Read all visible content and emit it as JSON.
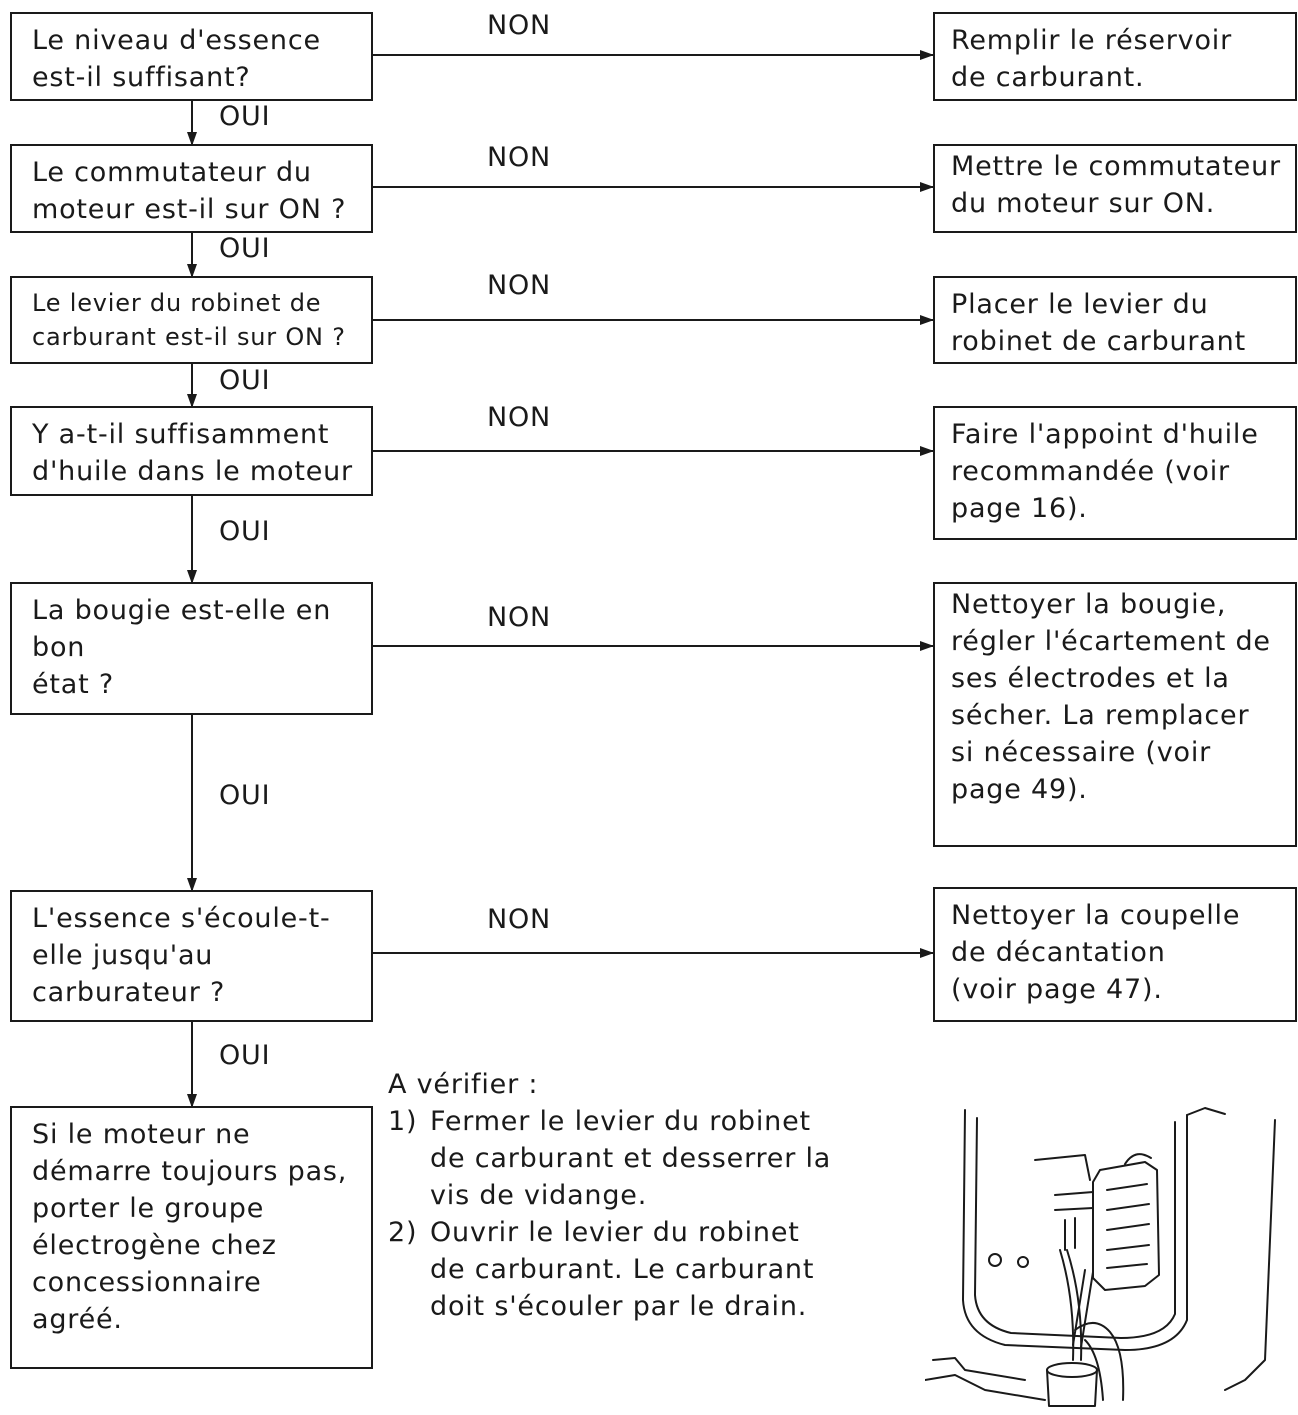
{
  "steps": [
    {
      "question": "Le niveau d'essence\nest-il suffisant?",
      "no_label": "NON",
      "remedy": "Remplir le réservoir\nde carburant.",
      "yes_label": "OUI"
    },
    {
      "question": "Le commutateur du\nmoteur est-il sur ON ?",
      "no_label": "NON",
      "remedy": "Mettre le commutateur\ndu moteur sur ON.",
      "yes_label": "OUI"
    },
    {
      "question": "Le levier du robinet de\ncarburant est-il sur ON ?",
      "no_label": "NON",
      "remedy": "Placer le levier du\nrobinet de carburant",
      "yes_label": "OUI"
    },
    {
      "question": "Y a-t-il suffisamment\nd'huile dans le moteur",
      "no_label": "NON",
      "remedy": "Faire l'appoint d'huile\nrecommandée (voir\npage 16).",
      "yes_label": "OUI"
    },
    {
      "question": "La bougie est-elle en\nbon\nétat ?",
      "no_label": "NON",
      "remedy": "Nettoyer la bougie,\nrégler l'écartement de\nses électrodes et la\nsécher. La remplacer\nsi nécessaire (voir\npage 49).",
      "yes_label": "OUI"
    },
    {
      "question": "L'essence s'écoule-t-\nelle jusqu'au\ncarburateur ?",
      "no_label": "NON",
      "remedy": "Nettoyer la coupelle\nde décantation\n(voir page 47).",
      "yes_label": "OUI"
    }
  ],
  "final_box": "Si le moteur ne\ndémarre toujours pas,\nporter le groupe\nélectrogène chez\nconcessionnaire\nagréé.",
  "check_note": {
    "heading": "A vérifier :",
    "items": [
      {
        "num": "1)",
        "text": "Fermer le levier du robinet\nde carburant et desserrer la\nvis de vidange."
      },
      {
        "num": "2)",
        "text": "Ouvrir le levier du robinet\nde carburant. Le carburant\ndoit s'écouler par le drain."
      }
    ]
  },
  "illustration": "fuel-drain-illustration"
}
